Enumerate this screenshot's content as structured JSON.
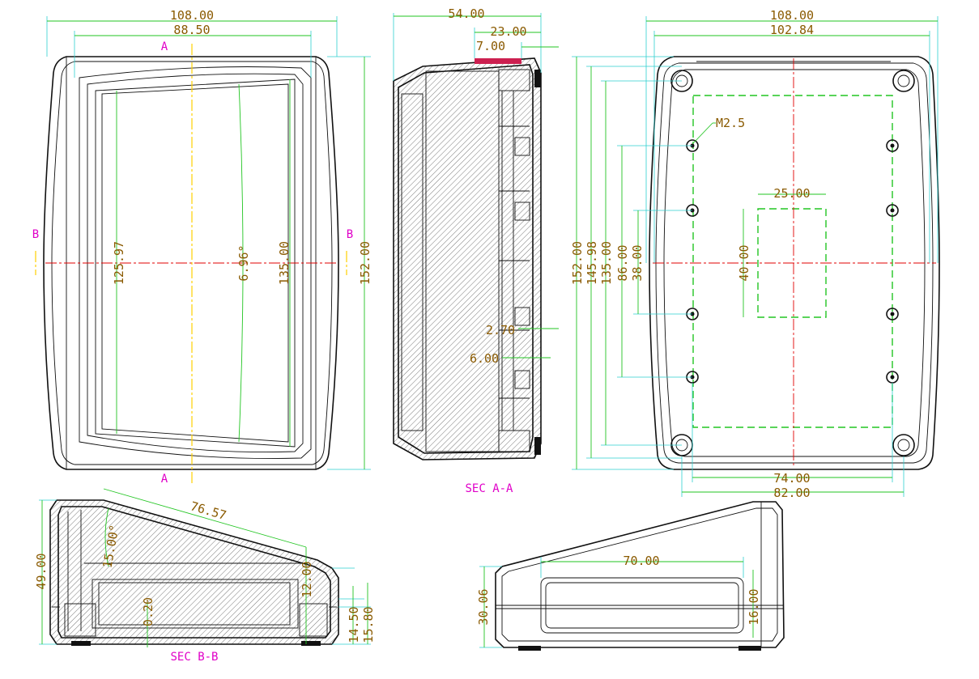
{
  "views": {
    "top": {
      "dims": [
        "108.00",
        "88.50",
        "125.97",
        "6.96°",
        "135.00",
        "152.00"
      ],
      "section_labels": [
        "A",
        "A",
        "B",
        "B"
      ]
    },
    "section_a": {
      "dims": [
        "54.00",
        "23.00",
        "7.00",
        "2.70",
        "6.00"
      ],
      "caption": "SEC A-A"
    },
    "bottom": {
      "dims": [
        "108.00",
        "102.84",
        "152.00",
        "145.98",
        "135.00",
        "86.00",
        "38.00",
        "25.00",
        "40.00",
        "74.00",
        "82.00"
      ],
      "screw_label": "M2.5"
    },
    "section_b": {
      "dims": [
        "76.57",
        "15.00°",
        "49.00",
        "12.00",
        "0.20",
        "14.50",
        "15.80"
      ],
      "caption": "SEC B-B"
    },
    "side": {
      "dims": [
        "70.00",
        "30.06",
        "16.00"
      ]
    }
  },
  "colors": {
    "outline": "#111111",
    "dimension_text": "#8a5a00",
    "dimension_line": "#22c522",
    "extension_line": "#2ecfcf",
    "centerline": "#e00000",
    "section_line": "#ffd000",
    "section_label": "#e000c8"
  }
}
